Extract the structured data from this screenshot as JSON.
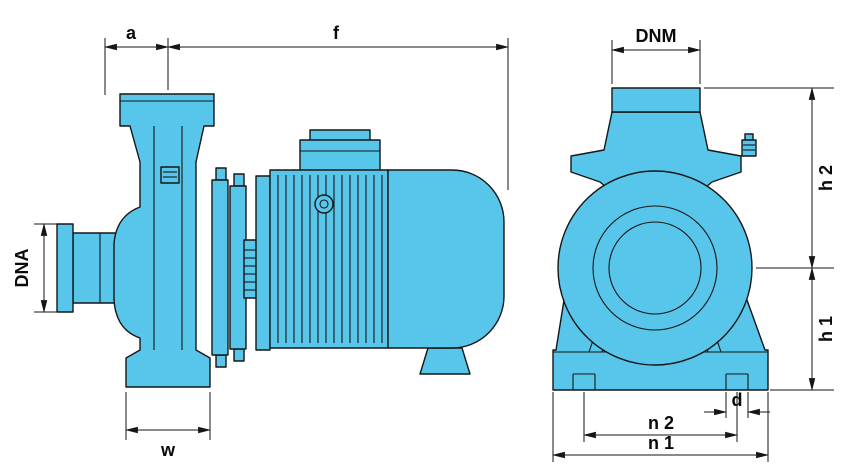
{
  "diagram": {
    "colors": {
      "body_fill": "#57C6EA",
      "line": "#161616",
      "background": "#FFFFFF"
    },
    "labels": {
      "a": "a",
      "f": "f",
      "dna": "DNA",
      "w": "w",
      "dnm": "DNM",
      "h2": "h 2",
      "h1": "h 1",
      "d": "d",
      "n2": "n 2",
      "n1": "n 1"
    }
  }
}
